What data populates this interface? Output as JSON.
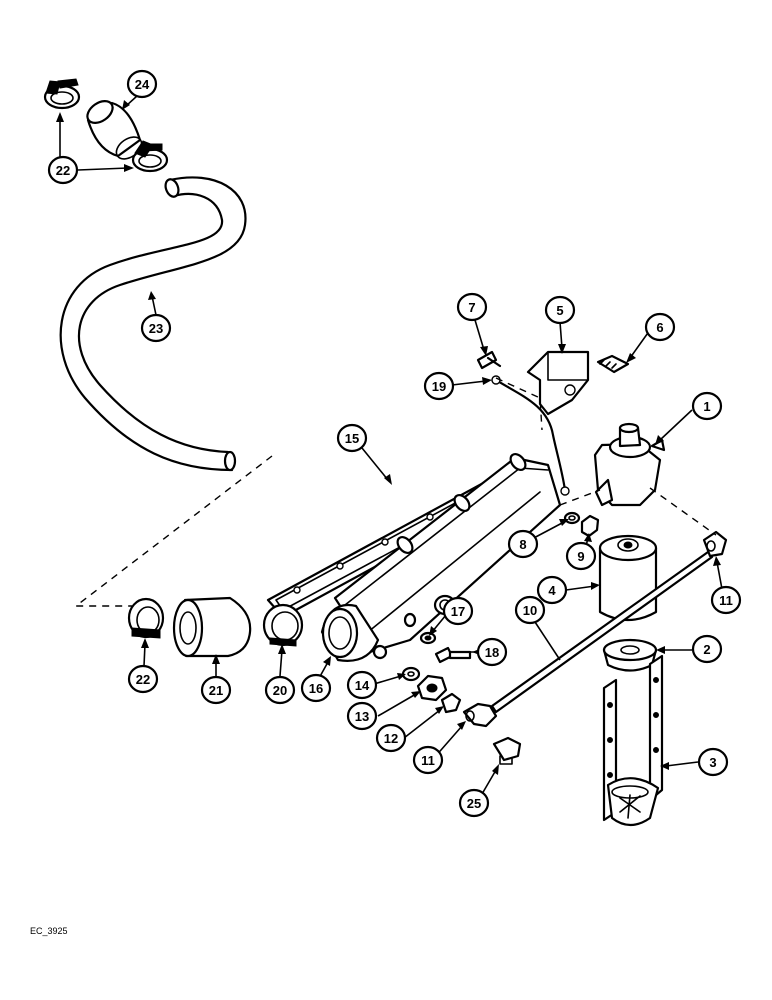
{
  "diagram": {
    "reference_code": "EC_3925",
    "callouts": [
      {
        "id": "c1",
        "label": "1"
      },
      {
        "id": "c2",
        "label": "2"
      },
      {
        "id": "c3",
        "label": "3"
      },
      {
        "id": "c4",
        "label": "4"
      },
      {
        "id": "c5",
        "label": "5"
      },
      {
        "id": "c6",
        "label": "6"
      },
      {
        "id": "c7",
        "label": "7"
      },
      {
        "id": "c8",
        "label": "8"
      },
      {
        "id": "c9",
        "label": "9"
      },
      {
        "id": "c10",
        "label": "10"
      },
      {
        "id": "c11a",
        "label": "11"
      },
      {
        "id": "c11b",
        "label": "11"
      },
      {
        "id": "c12",
        "label": "12"
      },
      {
        "id": "c13",
        "label": "13"
      },
      {
        "id": "c14",
        "label": "14"
      },
      {
        "id": "c15",
        "label": "15"
      },
      {
        "id": "c16",
        "label": "16"
      },
      {
        "id": "c17",
        "label": "17"
      },
      {
        "id": "c18",
        "label": "18"
      },
      {
        "id": "c19",
        "label": "19"
      },
      {
        "id": "c20",
        "label": "20"
      },
      {
        "id": "c21",
        "label": "21"
      },
      {
        "id": "c22a",
        "label": "22"
      },
      {
        "id": "c22b",
        "label": "22"
      },
      {
        "id": "c23",
        "label": "23"
      },
      {
        "id": "c24",
        "label": "24"
      },
      {
        "id": "c25",
        "label": "25"
      }
    ]
  }
}
